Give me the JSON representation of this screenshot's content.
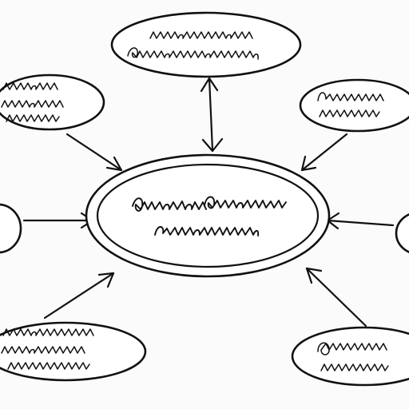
{
  "diagram": {
    "nodes": [
      {
        "id": "center",
        "label": ""
      },
      {
        "id": "top",
        "label": ""
      },
      {
        "id": "upper-left",
        "label": ""
      },
      {
        "id": "upper-right",
        "label": ""
      },
      {
        "id": "left",
        "label": ""
      },
      {
        "id": "right",
        "label": ""
      },
      {
        "id": "lower-left",
        "label": ""
      },
      {
        "id": "lower-right",
        "label": ""
      }
    ],
    "edges": [
      {
        "from": "top",
        "to": "center",
        "direction": "both"
      },
      {
        "from": "upper-left",
        "to": "center",
        "direction": "forward"
      },
      {
        "from": "upper-right",
        "to": "center",
        "direction": "forward"
      },
      {
        "from": "left",
        "to": "center",
        "direction": "forward"
      },
      {
        "from": "right",
        "to": "center",
        "direction": "forward"
      },
      {
        "from": "lower-left",
        "to": "center",
        "direction": "forward"
      },
      {
        "from": "lower-right",
        "to": "center",
        "direction": "forward"
      }
    ],
    "colors": {
      "ink": "#111111",
      "paper": "#fbfbfb"
    }
  }
}
